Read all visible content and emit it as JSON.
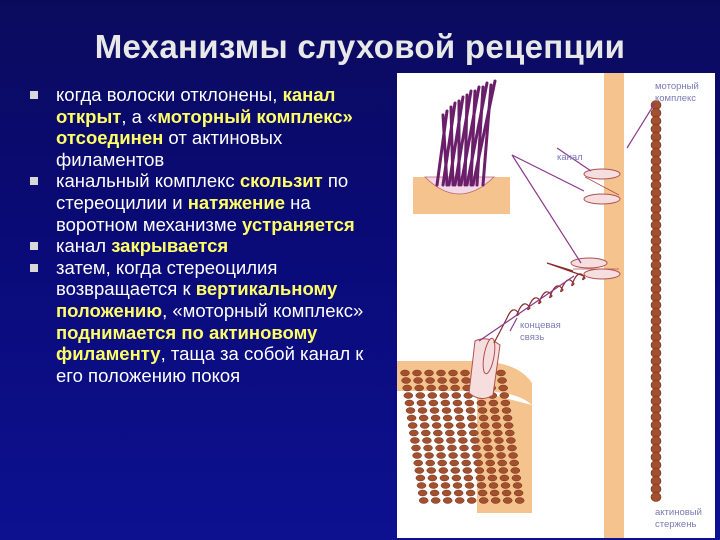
{
  "slide": {
    "title": "Механизмы слуховой рецепции"
  },
  "bullets": [
    {
      "parts": [
        {
          "text": "когда волоски отклонены, ",
          "hl": false
        },
        {
          "text": "канал открыт",
          "hl": true
        },
        {
          "text": ", а «",
          "hl": false
        },
        {
          "text": "моторный комплекс»",
          "hl": true
        },
        {
          "text": " ",
          "hl": false
        },
        {
          "text": "отсоединен",
          "hl": true
        },
        {
          "text": " от актиновых филаментов",
          "hl": false
        }
      ]
    },
    {
      "parts": [
        {
          "text": "канальный комплекс ",
          "hl": false
        },
        {
          "text": "скользит",
          "hl": true
        },
        {
          "text": " по стереоцилии и ",
          "hl": false
        },
        {
          "text": "натяжение",
          "hl": true
        },
        {
          "text": " на воротном механизме ",
          "hl": false
        },
        {
          "text": "устраняется",
          "hl": true
        }
      ]
    },
    {
      "parts": [
        {
          "text": "канал ",
          "hl": false
        },
        {
          "text": "закрывается",
          "hl": true
        }
      ]
    },
    {
      "parts": [
        {
          "text": "затем, когда стереоцилия возвращается к ",
          "hl": false
        },
        {
          "text": "вертикальному положению",
          "hl": true
        },
        {
          "text": ", «моторный комплекс» ",
          "hl": false
        },
        {
          "text": "поднимается по актиновому филаменту",
          "hl": true
        },
        {
          "text": ", таща за собой канал к его положению покоя",
          "hl": false
        }
      ]
    }
  ],
  "figure": {
    "label_motor_line1": "моторный",
    "label_motor_line2": "комплекс",
    "label_channel": "канал",
    "label_tip_line1": "концевая",
    "label_tip_line2": "связь",
    "label_actin_line1": "актиновый",
    "label_actin_line2": "стержень",
    "colors": {
      "bar": "#f5c48e",
      "bead": "#a3502f",
      "label": "#7a7ab8",
      "hair": "#6b1f6b",
      "highlight": "#ffff66"
    }
  }
}
